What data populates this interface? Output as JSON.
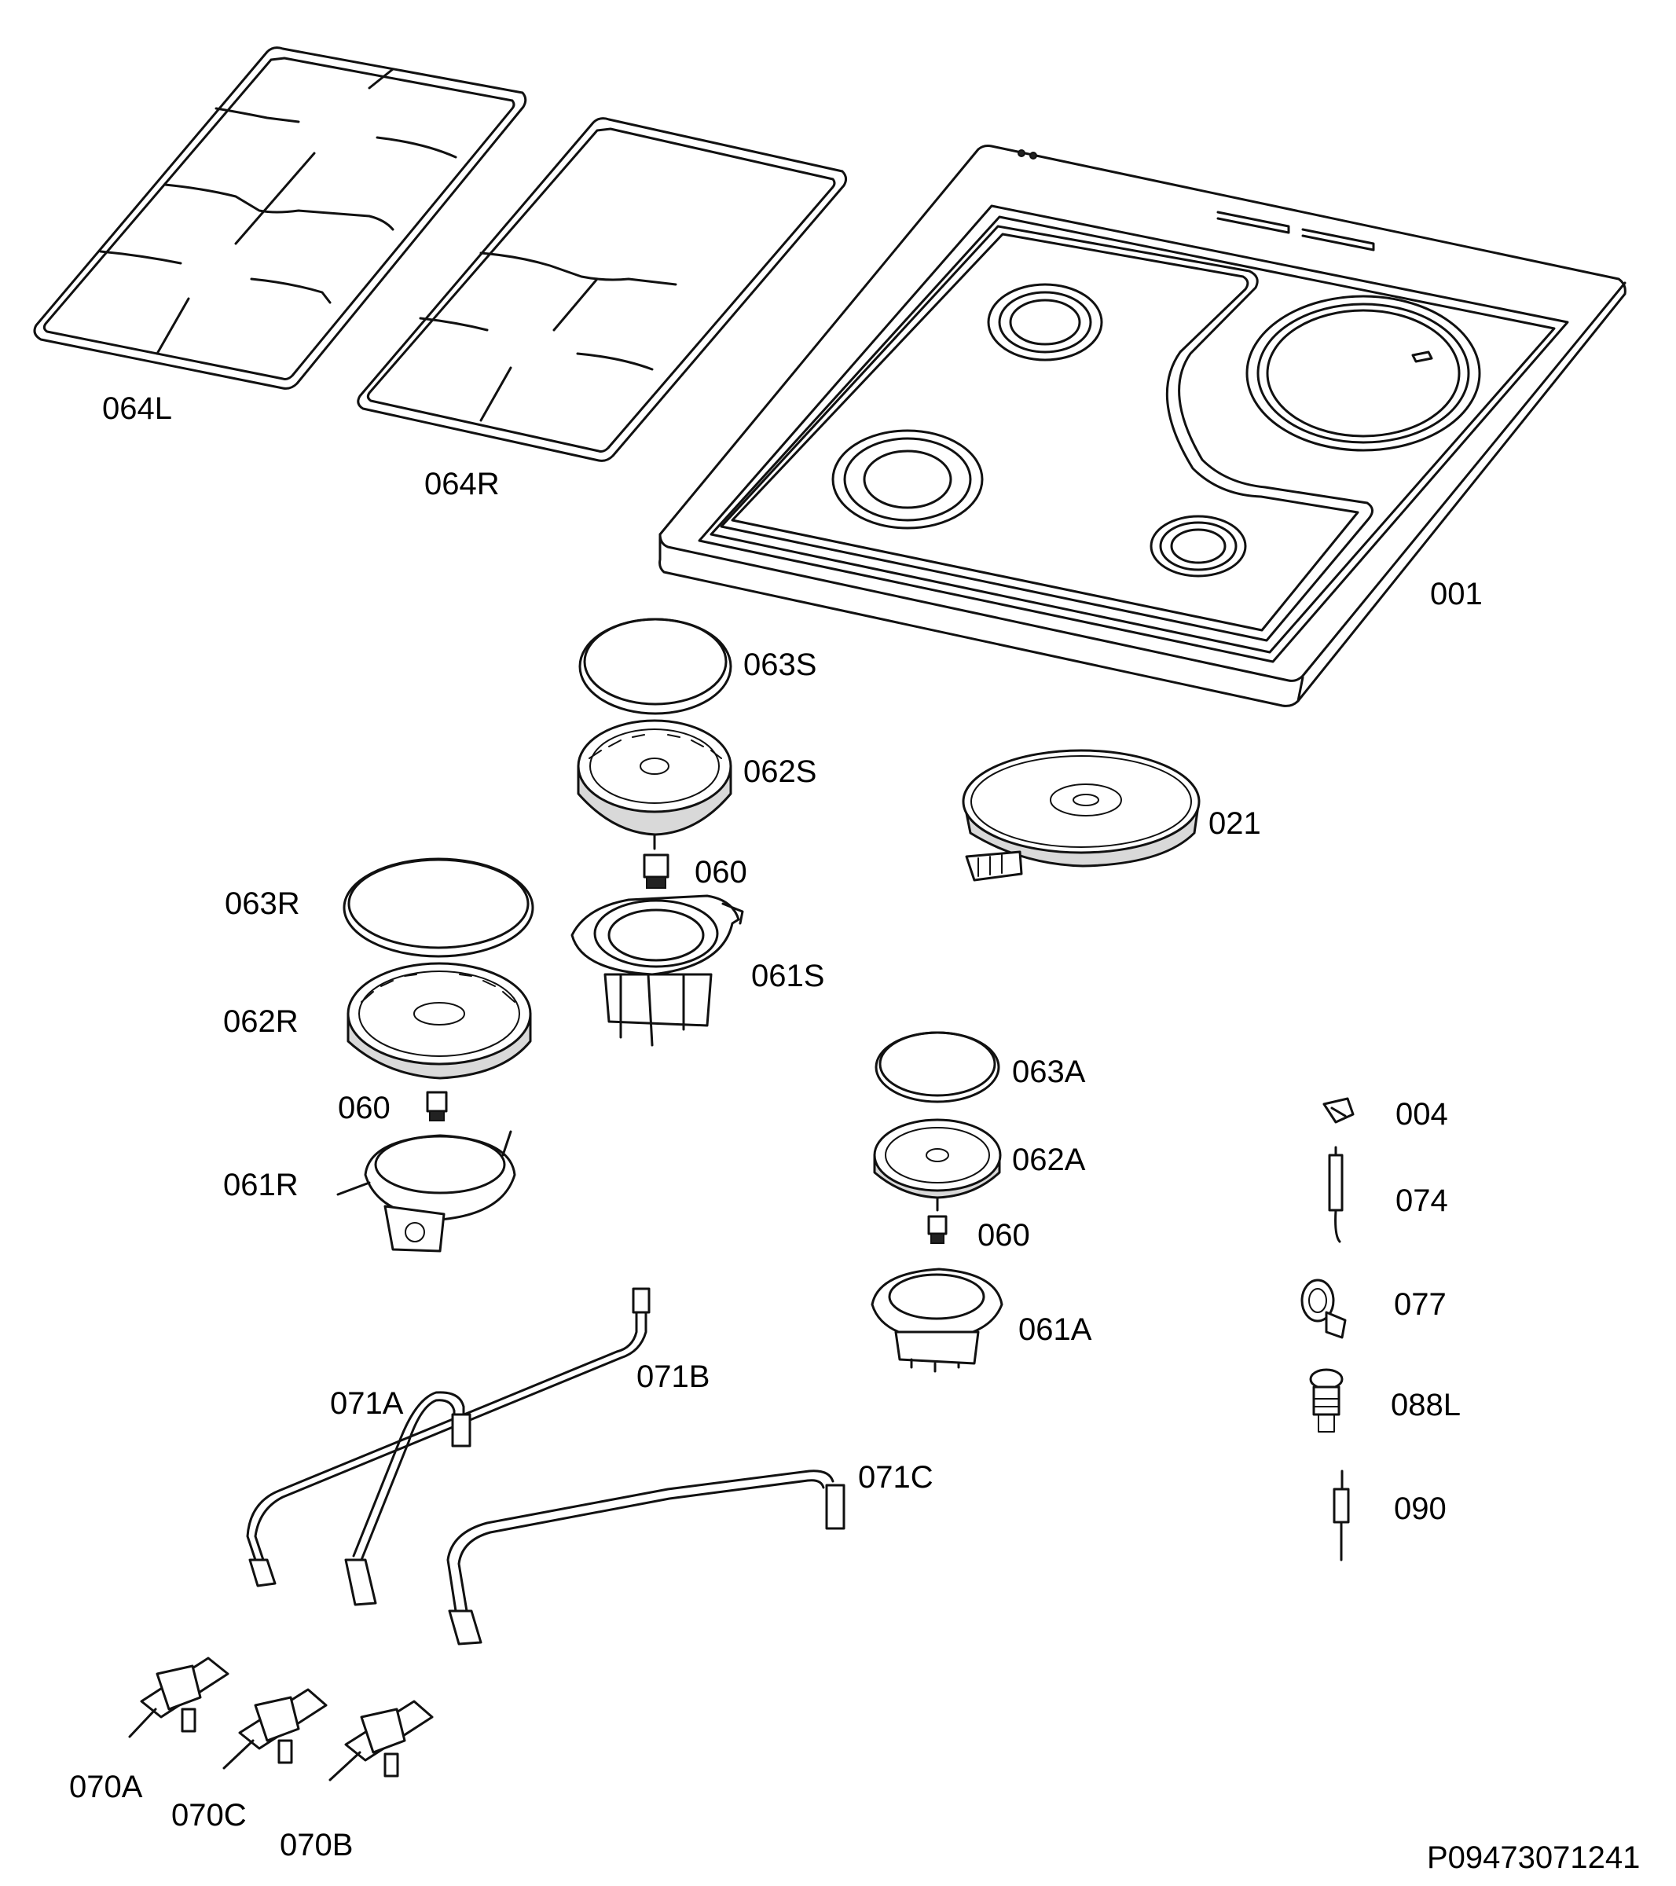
{
  "parts": [
    {
      "id": "grate_left",
      "label": "064L"
    },
    {
      "id": "grate_right",
      "label": "064R"
    },
    {
      "id": "hob_top",
      "label": "001"
    },
    {
      "id": "cap_small",
      "label": "063S"
    },
    {
      "id": "crown_small",
      "label": "062S"
    },
    {
      "id": "hotplate",
      "label": "021"
    },
    {
      "id": "injector_small",
      "label": "060"
    },
    {
      "id": "cap_rapid",
      "label": "063R"
    },
    {
      "id": "body_small",
      "label": "061S"
    },
    {
      "id": "crown_rapid",
      "label": "062R"
    },
    {
      "id": "cap_aux",
      "label": "063A"
    },
    {
      "id": "injector_rapid",
      "label": "060"
    },
    {
      "id": "clip",
      "label": "004"
    },
    {
      "id": "body_rapid",
      "label": "061R"
    },
    {
      "id": "crown_aux",
      "label": "062A"
    },
    {
      "id": "electrode",
      "label": "074"
    },
    {
      "id": "injector_aux",
      "label": "060"
    },
    {
      "id": "elbow",
      "label": "077"
    },
    {
      "id": "body_aux",
      "label": "061A"
    },
    {
      "id": "pipe_b",
      "label": "071B"
    },
    {
      "id": "pipe_a",
      "label": "071A"
    },
    {
      "id": "fitting",
      "label": "088L"
    },
    {
      "id": "pipe_c",
      "label": "071C"
    },
    {
      "id": "thermocouple",
      "label": "090"
    },
    {
      "id": "tap_a",
      "label": "070A"
    },
    {
      "id": "tap_c",
      "label": "070C"
    },
    {
      "id": "tap_b",
      "label": "070B"
    }
  ],
  "drawing_number": "P09473071241"
}
